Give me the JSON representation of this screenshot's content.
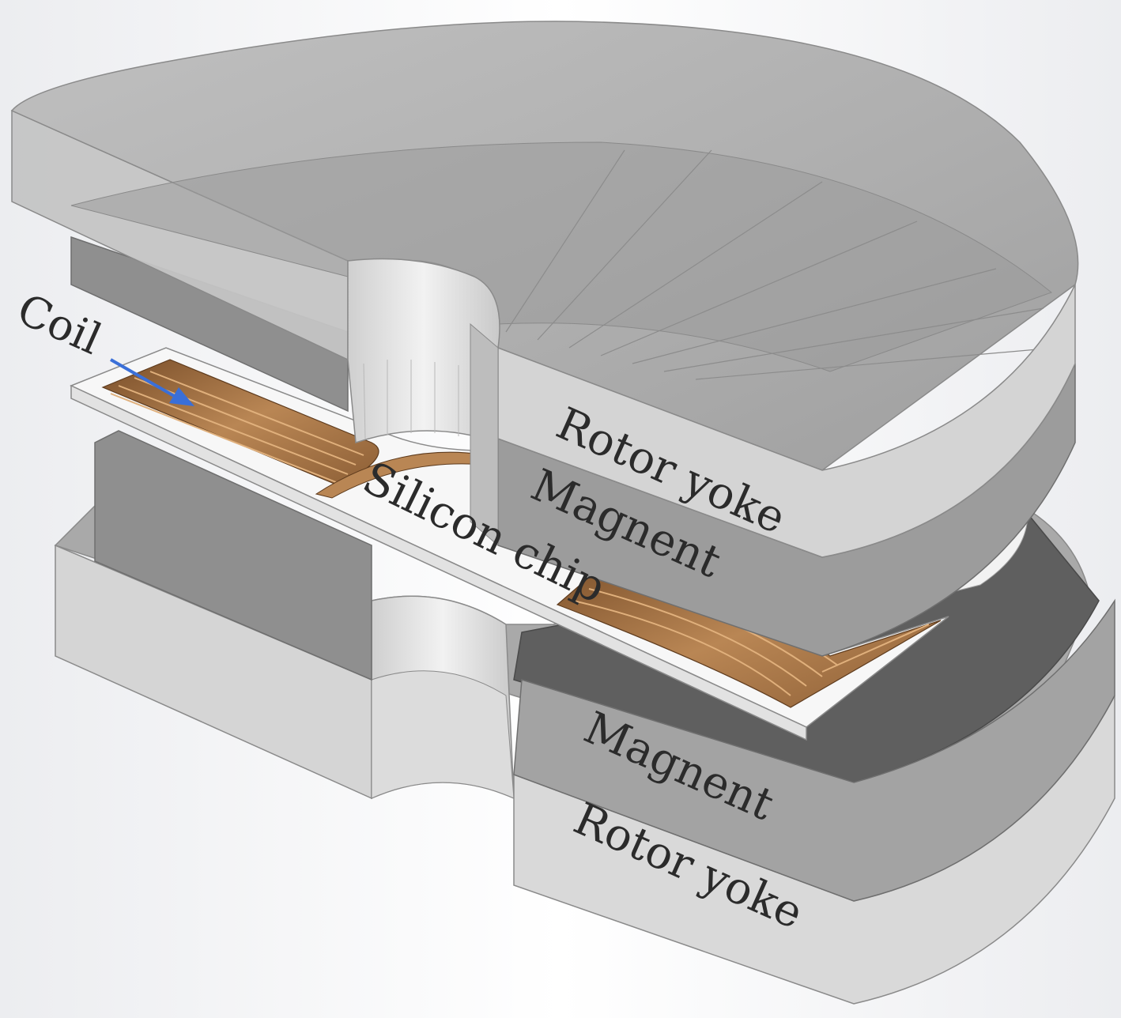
{
  "labels": {
    "coil": "Coil",
    "silicon_chip": "Silicon chip",
    "upper_rotor_yoke": "Rotor yoke",
    "upper_magnet": "Magnent",
    "lower_magnet": "Magnent",
    "lower_rotor_yoke": "Rotor yoke"
  },
  "colors": {
    "yoke_light": "#cfcfcf",
    "yoke_side": "#bdbdbd",
    "magnet": "#9c9c9c",
    "magnet_dark": "#5f5f5f",
    "chip": "#f7f7f7",
    "copper": "#a0703f",
    "arrow": "#3a6fd8"
  }
}
